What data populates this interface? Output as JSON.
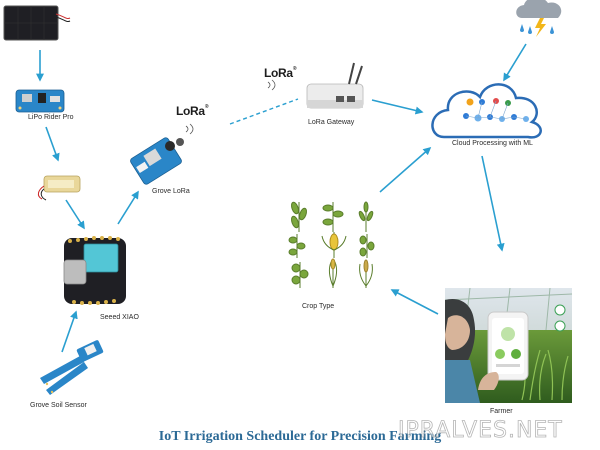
{
  "title": "IoT Irrigation Scheduler for Precision Farming",
  "nodes": {
    "lipo_rider": "LiPo Rider Pro",
    "grove_lora": "Grove LoRa",
    "seeed_xiao": "Seeed XIAO",
    "soil_sensor": "Grove Soil Sensor",
    "lora_gateway": "LoRa Gateway",
    "cloud": "Cloud Processing with ML",
    "crop_type": "Crop Type",
    "farmer": "Farmer"
  },
  "logos": {
    "lora_1": "LoRa",
    "lora_2": "LoRa",
    "trademark": "®"
  },
  "watermark": "IPRALVES.NET",
  "colors": {
    "arrow": "#2a9fd0",
    "title": "#2c6a96",
    "board_blue": "#2a86c8",
    "cloud_outline": "#2b6cb5"
  }
}
